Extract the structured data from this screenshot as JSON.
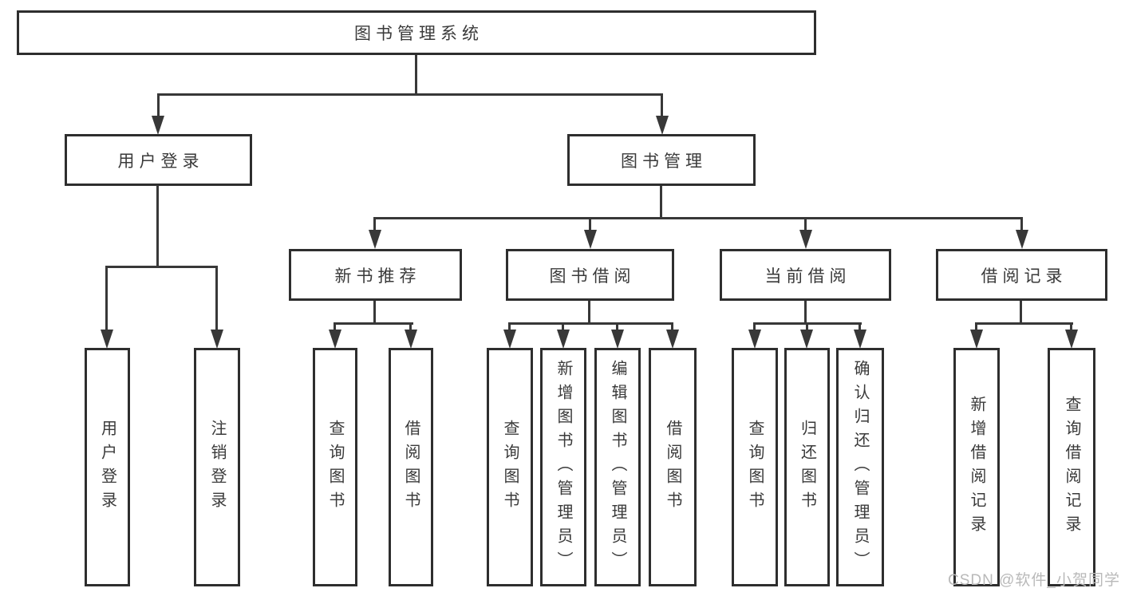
{
  "diagram_type": "hierarchy-tree",
  "colors": {
    "background": "#ffffff",
    "line": "#383838",
    "box_border": "#2e2e2e",
    "text": "#3a3a3a",
    "watermark_text_color": "#b9b9b9"
  },
  "tree": {
    "label": "图书管理系统",
    "children": [
      {
        "label": "用户登录",
        "children": [
          {
            "label": "用户登录"
          },
          {
            "label": "注销登录"
          }
        ]
      },
      {
        "label": "图书管理",
        "children": [
          {
            "label": "新书推荐",
            "children": [
              {
                "label": "查询图书"
              },
              {
                "label": "借阅图书"
              }
            ]
          },
          {
            "label": "图书借阅",
            "children": [
              {
                "label": "查询图书"
              },
              {
                "label": "新增图书（管理员）"
              },
              {
                "label": "编辑图书（管理员）"
              },
              {
                "label": "借阅图书"
              }
            ]
          },
          {
            "label": "当前借阅",
            "children": [
              {
                "label": "查询图书"
              },
              {
                "label": "归还图书"
              },
              {
                "label": "确认归还（管理员）"
              }
            ]
          },
          {
            "label": "借阅记录",
            "children": [
              {
                "label": "新增借阅记录"
              },
              {
                "label": "查询借阅记录"
              }
            ]
          }
        ]
      }
    ]
  },
  "watermark": {
    "text": "CSDN @软件_小贺同学"
  }
}
